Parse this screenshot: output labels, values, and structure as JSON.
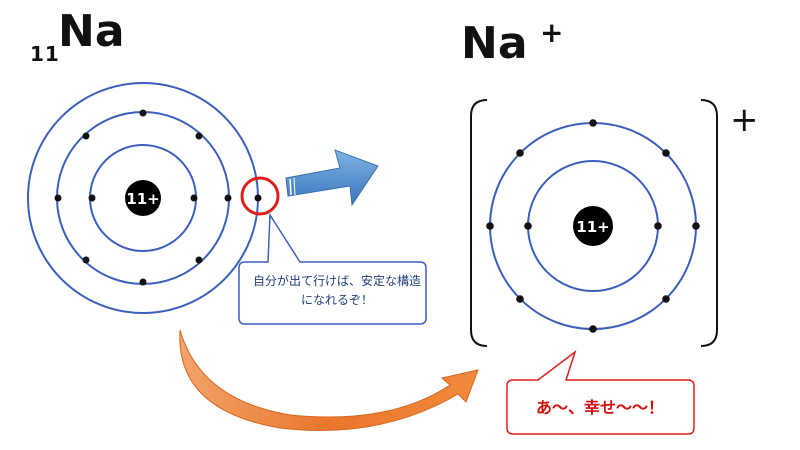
{
  "atom": {
    "symbol": "Na",
    "atomic_number": "11",
    "nucleus_label": "11+"
  },
  "ion": {
    "symbol": "Na",
    "superscript": "+",
    "nucleus_label": "11+",
    "bracket_charge": "+"
  },
  "callouts": {
    "electron_leaving": "自分が出て行けば、安定な構造になれるぞ！",
    "happy": "あ～、幸せ～～！"
  },
  "colors": {
    "orbit": "#3a5fbd",
    "nucleus": "#000000",
    "arrow_blue": "#4a86c8",
    "arrow_orange": "#e9762b",
    "highlight_circle": "#e01e1e",
    "callout_border_blue": "#3a5fbd",
    "callout_border_red": "#e01e1e"
  }
}
